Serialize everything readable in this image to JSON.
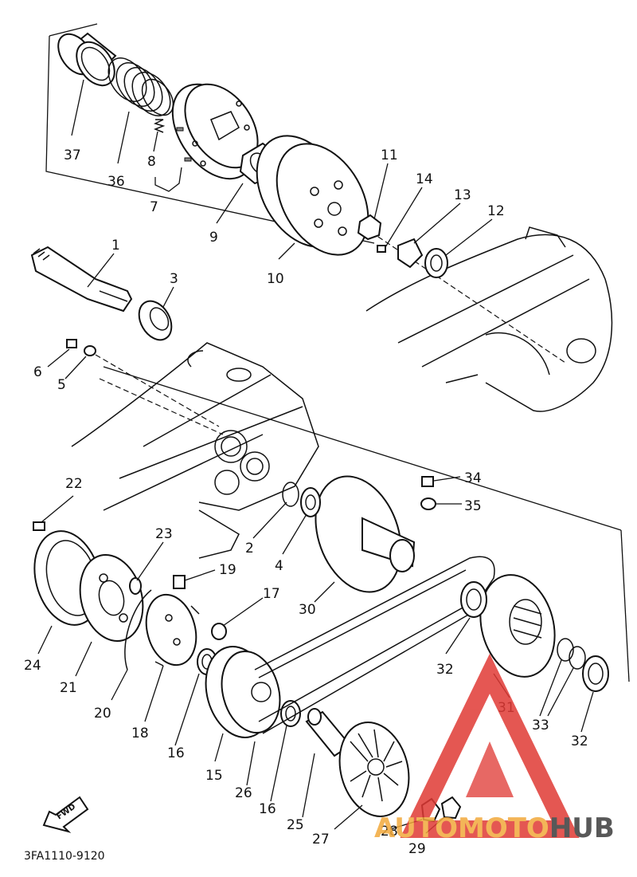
{
  "diagram": {
    "callouts": {
      "p1": "1",
      "p2": "2",
      "p3": "3",
      "p4": "4",
      "p5": "5",
      "p6": "6",
      "p7": "7",
      "p8": "8",
      "p9": "9",
      "p10": "10",
      "p11": "11",
      "p12": "12",
      "p13": "13",
      "p14": "14",
      "p15": "15",
      "p16a": "16",
      "p16b": "16",
      "p17": "17",
      "p18": "18",
      "p19": "19",
      "p20": "20",
      "p21": "21",
      "p22": "22",
      "p23": "23",
      "p24": "24",
      "p25": "25",
      "p26": "26",
      "p27": "27",
      "p28": "28",
      "p29": "29",
      "p30": "30",
      "p31": "31",
      "p32a": "32",
      "p32b": "32",
      "p33": "33",
      "p34": "34",
      "p35": "35",
      "p36": "36",
      "p37": "37"
    },
    "diagram_code": "3FA1110-9120",
    "fwd_label": "FWD",
    "watermark": {
      "part1": "AUTO",
      "part2": "MOTO",
      "part3": "HUB"
    }
  },
  "colors": {
    "line": "#111111",
    "watermark_red": "#e03a35",
    "watermark_gray": "#3c3c3c",
    "watermark_orange": "#f2a93b"
  }
}
